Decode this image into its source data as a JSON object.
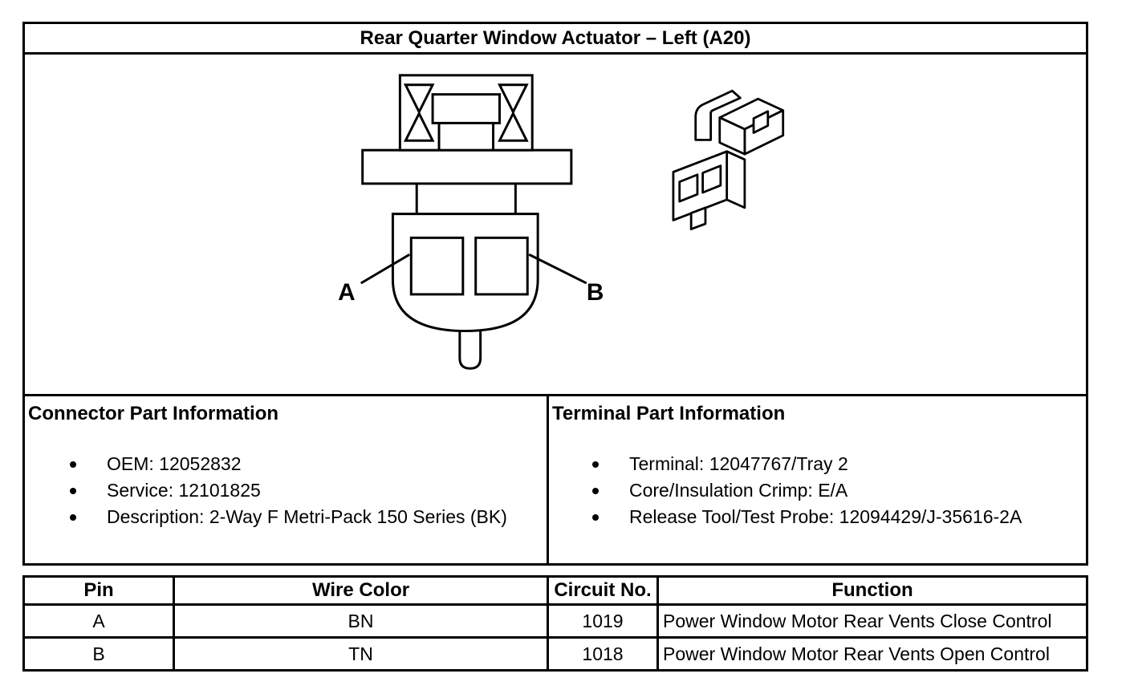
{
  "title": "Rear Quarter Window Actuator – Left (A20)",
  "diagram": {
    "pin_a_label": "A",
    "pin_b_label": "B"
  },
  "connector_info": {
    "heading": "Connector Part Information",
    "items": [
      "OEM: 12052832",
      "Service: 12101825",
      "Description: 2-Way F Metri-Pack 150 Series (BK)"
    ]
  },
  "terminal_info": {
    "heading": "Terminal Part Information",
    "items": [
      "Terminal: 12047767/Tray 2",
      "Core/Insulation Crimp: E/A",
      "Release Tool/Test Probe: 12094429/J-35616-2A"
    ]
  },
  "pin_table": {
    "headers": [
      "Pin",
      "Wire Color",
      "Circuit No.",
      "Function"
    ],
    "rows": [
      [
        "A",
        "BN",
        "1019",
        "Power Window Motor Rear Vents Close Control"
      ],
      [
        "B",
        "TN",
        "1018",
        "Power Window Motor Rear Vents Open Control"
      ]
    ]
  }
}
